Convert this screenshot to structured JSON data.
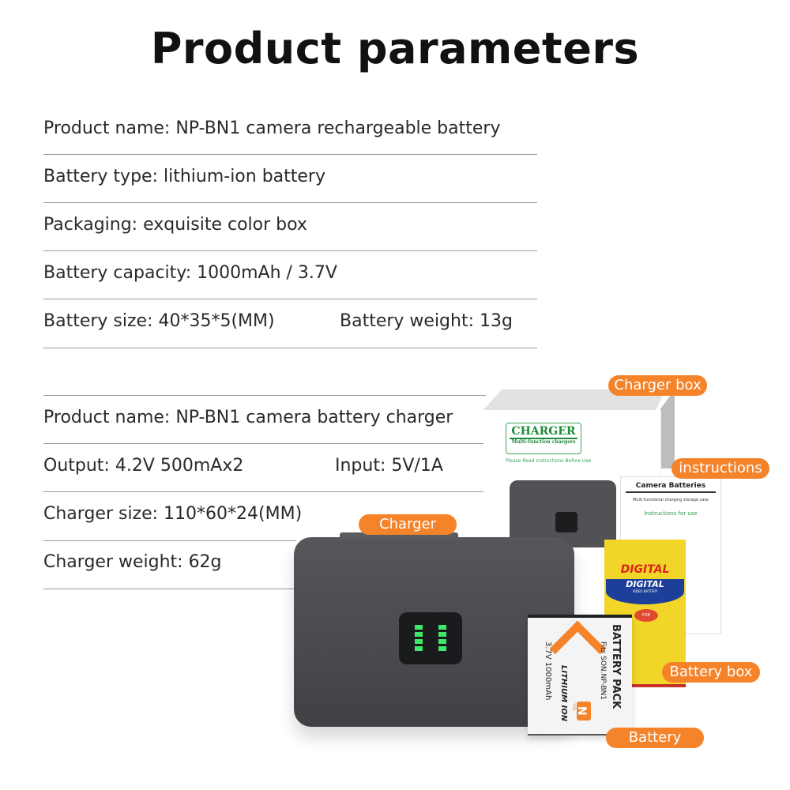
{
  "title": "Product parameters",
  "battery_specs": {
    "name": "Product name: NP-BN1 camera rechargeable battery",
    "type": "Battery type: lithium-ion battery",
    "packaging": "Packaging: exquisite color box",
    "capacity": "Battery capacity: 1000mAh / 3.7V",
    "size": "Battery size: 40*35*5(MM)",
    "weight": "Battery weight: 13g"
  },
  "charger_specs": {
    "name": "Product name: NP-BN1 camera battery charger",
    "output": "Output: 4.2V 500mAx2",
    "input": "Input: 5V/1A",
    "size": "Charger size: 110*60*24(MM)",
    "weight": "Charger weight: 62g"
  },
  "labels": {
    "charger_box": "Charger box",
    "instructions": "instructions",
    "charger": "Charger",
    "battery_box": "Battery box",
    "battery": "Battery"
  },
  "charger_box": {
    "brand": "CHARGER",
    "sub": "Multi-function chargers",
    "note": "Please Read instructions Before Use"
  },
  "manual": {
    "title": "Camera Batteries",
    "sub": "Multi-functional charging storage case",
    "text": "Instructions for use"
  },
  "battery_box": {
    "brand": "DIGITAL",
    "brand2": "DIGITAL",
    "sub": "VIDEO BATTERY",
    "for": "FOR"
  },
  "battery": {
    "pack": "BATTERY PACK",
    "fits": "Fits SON.NP-BN1",
    "chem": "LITHIUM ION",
    "rating": "3.7V  1000mAh",
    "type_letter": "N",
    "type_word": "TYPE"
  },
  "colors": {
    "accent": "#f5832a",
    "charger": "#4a4c4f",
    "led": "#3ee86a"
  }
}
